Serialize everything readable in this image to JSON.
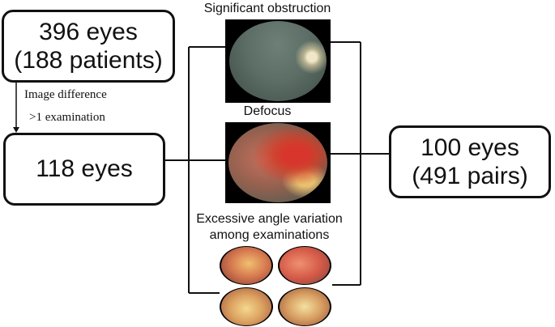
{
  "start": {
    "line1": "396 eyes",
    "line2": "(188 patients)"
  },
  "filter_notes": {
    "line1": "Image difference",
    "line2": ">1 examination"
  },
  "middle": {
    "label": "118 eyes"
  },
  "exclusions": {
    "obstruction_caption": "Significant obstruction",
    "defocus_caption": "Defocus",
    "angle_caption_line1": "Excessive angle variation",
    "angle_caption_line2": "among examinations"
  },
  "result": {
    "line1": "100 eyes",
    "line2": "(491 pairs)"
  },
  "colors": {
    "stroke": "#111111",
    "background": "#ffffff"
  }
}
